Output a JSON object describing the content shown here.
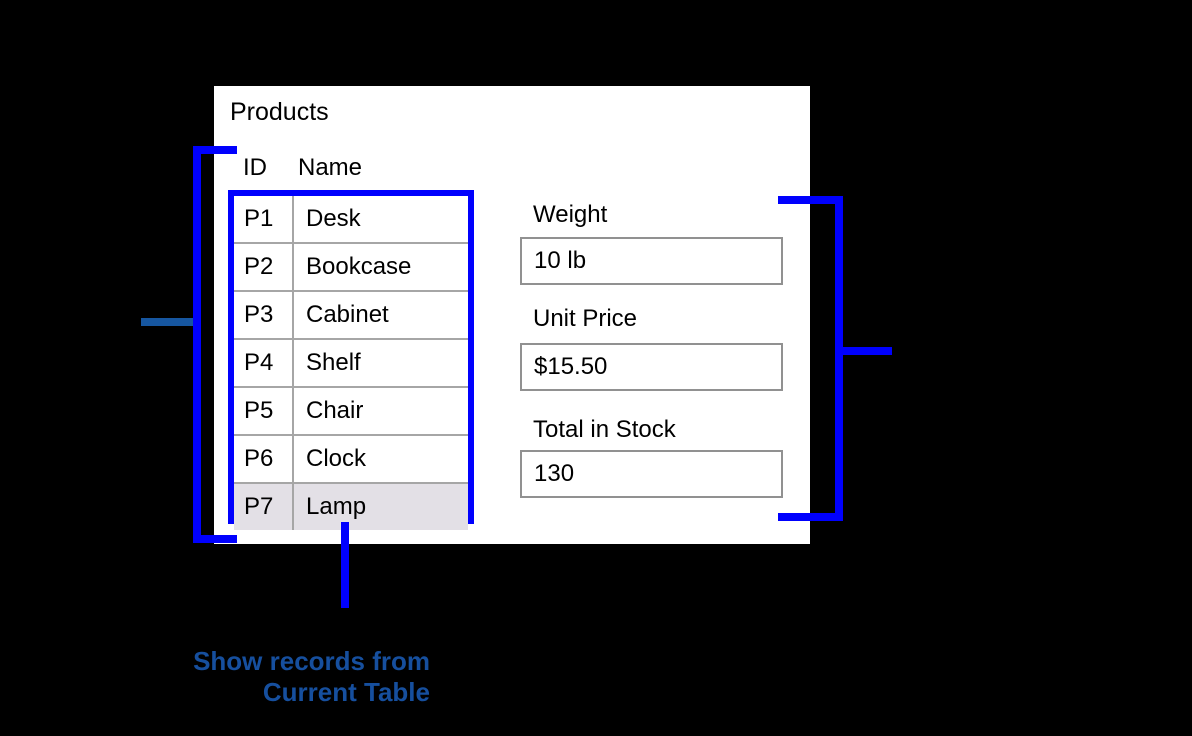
{
  "window": {
    "title": "Products"
  },
  "products_table": {
    "columns": [
      "ID",
      "Name"
    ],
    "rows": [
      {
        "id": "P1",
        "name": "Desk"
      },
      {
        "id": "P2",
        "name": "Bookcase"
      },
      {
        "id": "P3",
        "name": "Cabinet"
      },
      {
        "id": "P4",
        "name": "Shelf"
      },
      {
        "id": "P5",
        "name": "Chair"
      },
      {
        "id": "P6",
        "name": "Clock"
      },
      {
        "id": "P7",
        "name": "Lamp"
      }
    ],
    "selected_row_id": "P7"
  },
  "fields": [
    {
      "label": "Weight",
      "value": "10 lb"
    },
    {
      "label": "Unit Price",
      "value": "$15.50"
    },
    {
      "label": "Total in Stock",
      "value": "130"
    }
  ],
  "annotation": {
    "line1": "Show records from",
    "line2": "Current Table"
  },
  "colors": {
    "bracket_blue": "#0000fe",
    "left_tick_blue": "#1656a0",
    "annotation_text_blue": "#164f9e",
    "selected_row_background": "#e3e0e6",
    "input_border_gray": "#919191",
    "table_divider_gray": "#a6a6a6",
    "background": "#000000",
    "panel_background": "#ffffff"
  }
}
